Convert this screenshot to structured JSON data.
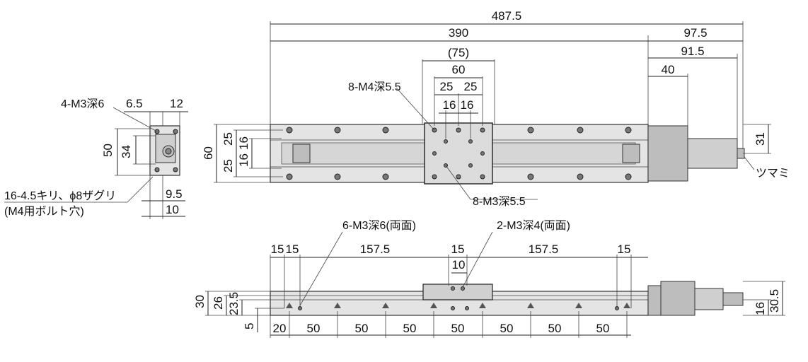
{
  "top_view": {
    "dims": {
      "total_length": "487.5",
      "rail_length": "390",
      "motor_length": "97.5",
      "motor_to_knob": "91.5",
      "motor_offset": "40",
      "table_pitch_outer": "(75)",
      "table_pitch": "60",
      "half_pitch_left": "25",
      "half_pitch_right": "25",
      "inner_left": "16",
      "inner_right": "16",
      "width_total": "60",
      "v_upper_25": "25",
      "v_upper_16": "16",
      "v_lower_25": "25",
      "v_lower_16": "16",
      "knob_height": "31"
    },
    "labels": {
      "m4_tap": "8-M4深5.5",
      "m3_tap": "8-M3深5.5",
      "knob": "ツマミ"
    }
  },
  "end_view": {
    "dims": {
      "top_a": "6.5",
      "top_b": "12",
      "height_50": "50",
      "height_34": "34",
      "bottom_a": "9.5",
      "bottom_b": "10"
    },
    "labels": {
      "m3_tap": "4-M3深6",
      "bolt_line1": "16-4.5キリ、ϕ8ザグリ",
      "bolt_line2": "(M4用ボルト穴)"
    }
  },
  "side_view": {
    "labels": {
      "m3_both": "6-M3深6(両面)",
      "m3_both_small": "2-M3深4(両面)"
    },
    "dims": {
      "top_15a": "15",
      "top_15b": "15",
      "top_157a": "157.5",
      "top_15c": "15",
      "top_10": "10",
      "top_157b": "157.5",
      "top_15d": "15",
      "height_30": "30",
      "height_26": "26",
      "height_23_5": "23.5",
      "bottom_5": "5",
      "motor_16": "16",
      "motor_30_5": "30.5",
      "pitch_20": "20",
      "pitch": [
        "50",
        "50",
        "50",
        "50",
        "50",
        "50",
        "50"
      ]
    }
  }
}
